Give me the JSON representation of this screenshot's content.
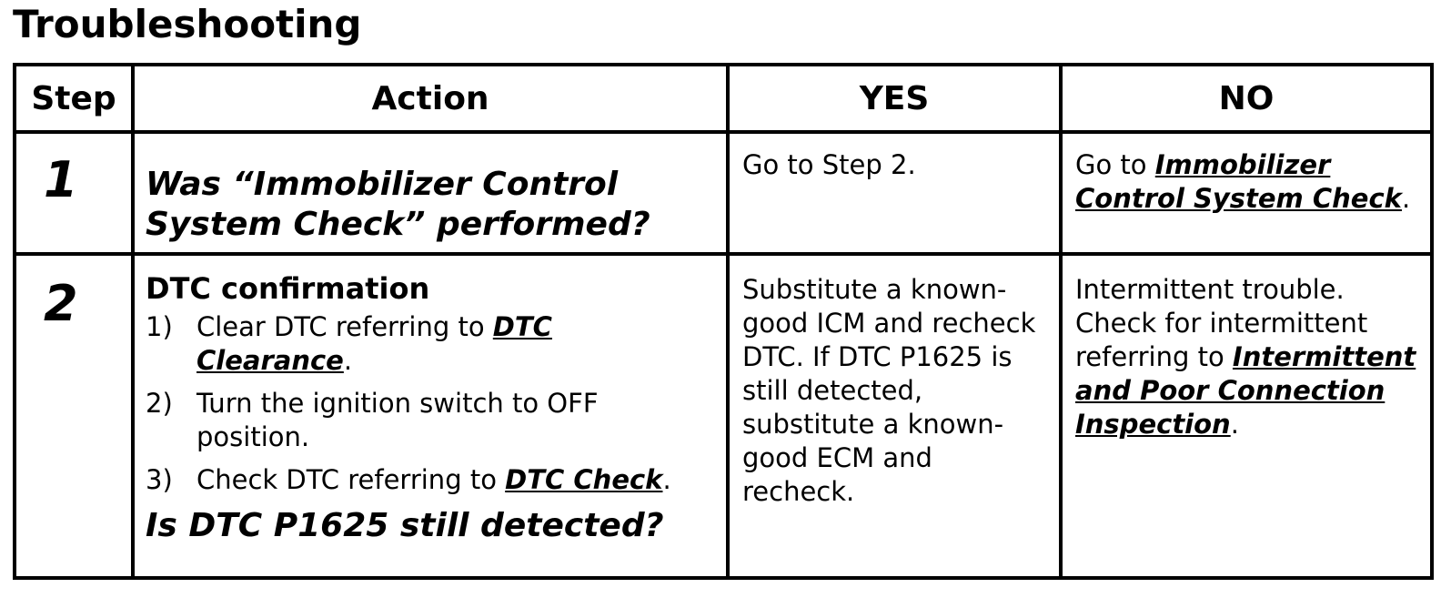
{
  "page_title": "Troubleshooting",
  "table": {
    "headers": {
      "step": "Step",
      "action": "Action",
      "yes": "YES",
      "no": "NO"
    },
    "rows": [
      {
        "step": "1",
        "question": "Was “Immobilizer Control System Check” performed?",
        "yes": "Go to Step 2.",
        "no": {
          "prefix": "Go to ",
          "link": "Immobilizer Control System Check",
          "suffix": "."
        }
      },
      {
        "step": "2",
        "action_title": "DTC confirmation",
        "action_steps": [
          {
            "num": "1)",
            "text": "Clear DTC referring to ",
            "link": "DTC Clearance",
            "suffix": "."
          },
          {
            "num": "2)",
            "text": "Turn the ignition switch to OFF position.",
            "link": "",
            "suffix": ""
          },
          {
            "num": "3)",
            "text": "Check DTC referring to ",
            "link": "DTC Check",
            "suffix": "."
          }
        ],
        "question": "Is DTC P1625 still detected?",
        "yes": "Substitute a known-good ICM and recheck DTC. If DTC P1625 is still detected, substitute a known-good ECM and recheck.",
        "no": {
          "prefix": "Intermittent trouble. Check for intermittent referring to ",
          "link": "Intermittent and Poor Connection Inspection",
          "suffix": "."
        }
      }
    ]
  }
}
